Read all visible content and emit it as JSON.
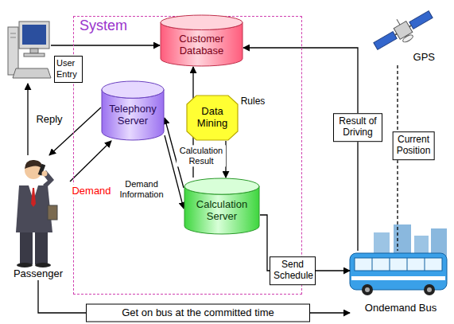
{
  "diagram": {
    "nodes": [
      {
        "text": [
          "System"
        ]
      },
      {
        "text": [
          "User Entry"
        ]
      },
      {
        "text": [
          "Customer Database"
        ],
        "in": 0
      },
      {
        "text": [
          "GPS"
        ]
      },
      {
        "text": [
          "Telephony Server"
        ],
        "in": 0
      },
      {
        "text": [
          "Data Mining"
        ],
        "in": 0
      },
      {
        "text": [
          "Calculation Server"
        ],
        "in": 0
      },
      {
        "text": [
          "Passenger"
        ]
      },
      {
        "text": [
          "Ondemand Bus"
        ]
      }
    ],
    "edges": [
      {
        "from": 7,
        "to": 1,
        "arrow": "to"
      },
      {
        "from": 1,
        "to": 2,
        "arrow": "to"
      },
      {
        "from": 4,
        "to": 7,
        "label": "Reply",
        "arrow": "to"
      },
      {
        "from": 7,
        "to": 4,
        "label": "Demand",
        "arrow": "to"
      },
      {
        "from": 4,
        "to": 6,
        "label": "Demand Information",
        "arrow": "to"
      },
      {
        "from": 6,
        "to": 4,
        "label": "Calculation Result",
        "arrow": "to"
      },
      {
        "from": 6,
        "to": 2,
        "arrow": "to"
      },
      {
        "from": 5,
        "to": 6,
        "label": "Rules",
        "arrow": "to"
      },
      {
        "from": 6,
        "to": 8,
        "label": "Send Schedule",
        "arrow": "to"
      },
      {
        "from": 8,
        "to": 2,
        "label": "Result of Driving",
        "arrow": "to"
      },
      {
        "from": 3,
        "to": 8,
        "label": "Current Position",
        "arrow": "none"
      },
      {
        "from": 7,
        "to": 8,
        "label": "Get on bus at the committed time",
        "arrow": "to"
      }
    ]
  }
}
